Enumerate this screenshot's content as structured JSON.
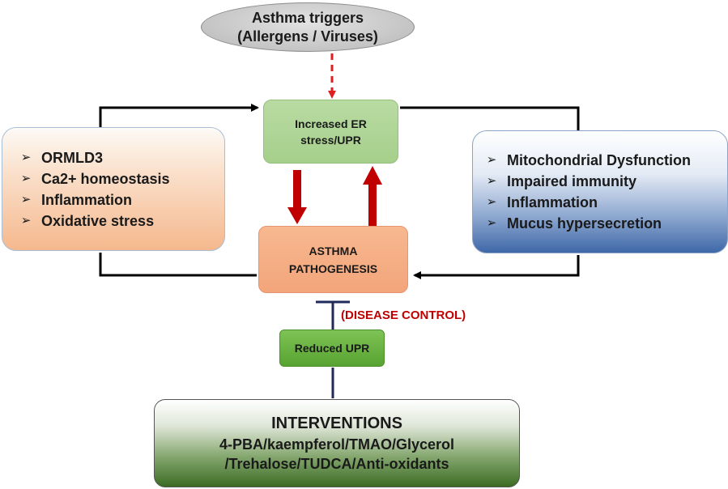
{
  "triggers": {
    "line1": "Asthma triggers",
    "line2": "(Allergens / Viruses)"
  },
  "er_stress": {
    "line1": "Increased ER",
    "line2": "stress/UPR"
  },
  "left_factors": [
    "ORMLD3",
    "Ca2+ homeostasis",
    "Inflammation",
    "Oxidative stress"
  ],
  "right_factors": [
    "Mitochondrial Dysfunction",
    "Impaired immunity",
    "Inflammation",
    "Mucus hypersecretion"
  ],
  "pathogenesis": {
    "line1": "ASTHMA",
    "line2": "PATHOGENESIS"
  },
  "disease_control": "(DISEASE CONTROL)",
  "reduced_upr": "Reduced UPR",
  "interventions": {
    "title": "INTERVENTIONS",
    "line1": "4-PBA/kaempferol/TMAO/Glycerol",
    "line2": "/Trehalose/TUDCA/Anti-oxidants"
  },
  "bullet_icon": "arrow-bullet-icon",
  "colors": {
    "red_arrow": "#c00000",
    "inhibition_line": "#1f2a5a",
    "connector": "#000000"
  }
}
